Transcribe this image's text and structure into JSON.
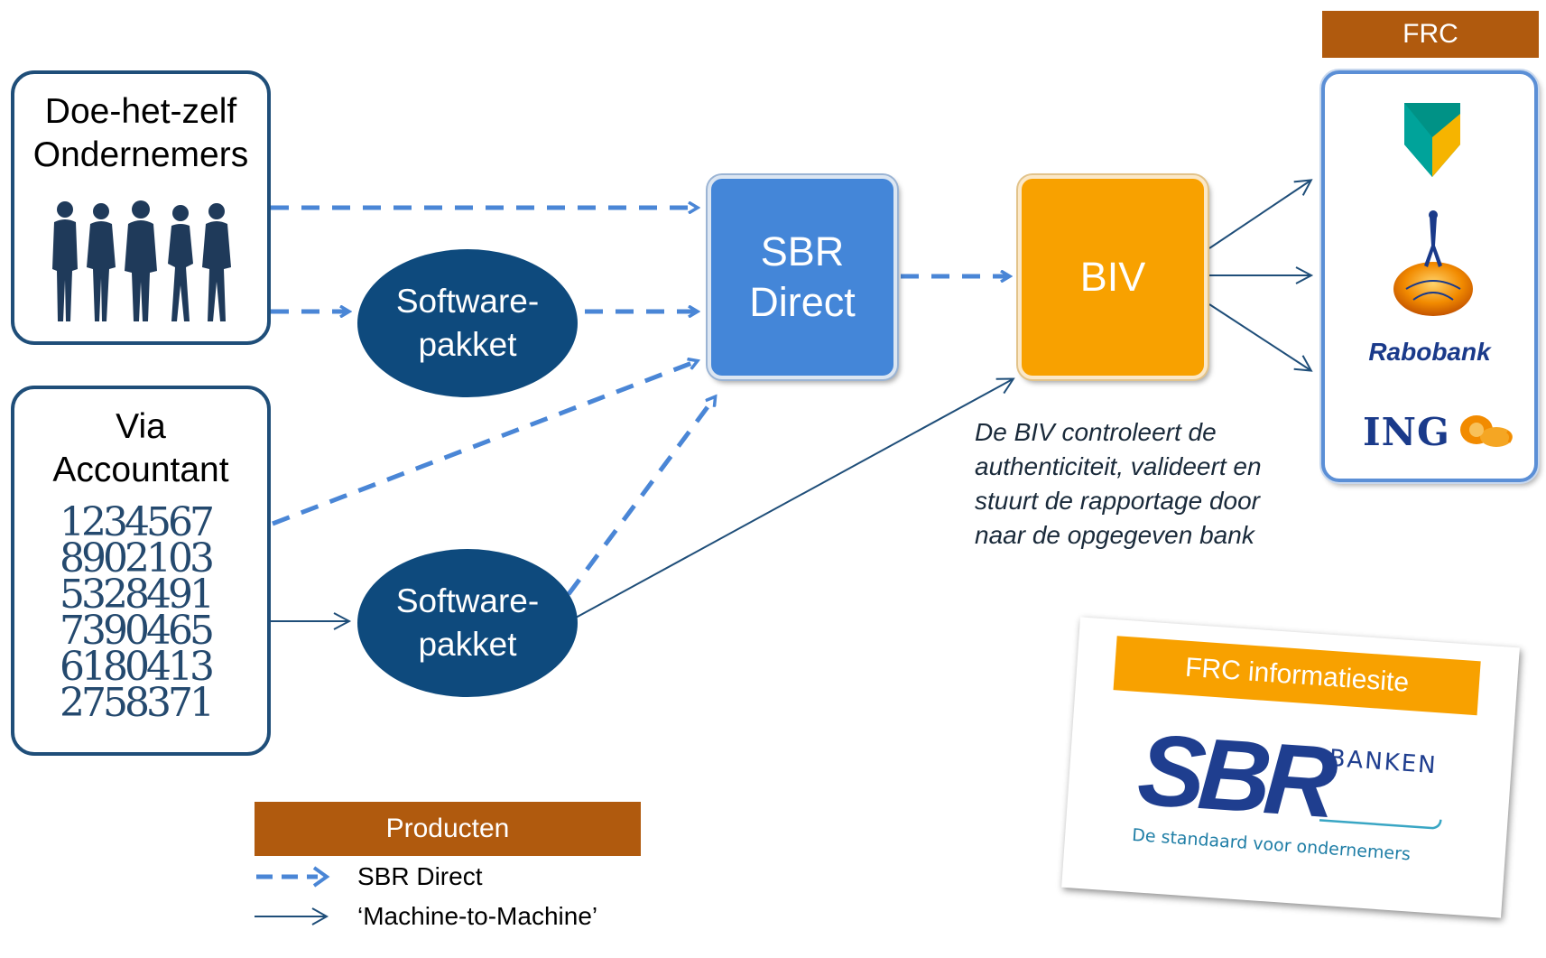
{
  "sources": {
    "diy": {
      "line1": "Doe-het-zelf",
      "line2": "Ondernemers"
    },
    "accountant": {
      "line1": "Via",
      "line2": "Accountant"
    }
  },
  "software_top": {
    "line1": "Software-",
    "line2": "pakket"
  },
  "software_bottom": {
    "line1": "Software-",
    "line2": "pakket"
  },
  "sbr_direct": {
    "line1": "SBR",
    "line2": "Direct"
  },
  "biv": {
    "label": "BIV"
  },
  "frc": {
    "header": "FRC",
    "banks": {
      "rabobank": "Rabobank",
      "ing": "ING"
    }
  },
  "biv_note": {
    "line1": "De BIV controleert de",
    "line2": "authenticiteit, valideert en",
    "line3": "stuurt de rapportage door",
    "line4": "naar de opgegeven bank"
  },
  "info_card": {
    "title": "FRC informatiesite",
    "logo_letters": "SBR",
    "logo_banken": "BANKEN",
    "tagline": "De standaard voor ondernemers"
  },
  "legend": {
    "title": "Producten",
    "dashed_label": "SBR Direct",
    "solid_label": "‘Machine-to-Machine’"
  },
  "numbers_art": {
    "rows": [
      "1234567",
      "8902103",
      "5328491",
      "7390465",
      "6180413",
      "2758371"
    ]
  },
  "colors": {
    "dark_blue": "#0e4a7d",
    "sbr_blue": "#4486d8",
    "biv_orange": "#f8a100",
    "brown": "#b05a0e",
    "dashed_arrow": "#4a86d6",
    "solid_arrow": "#1f4e79"
  }
}
